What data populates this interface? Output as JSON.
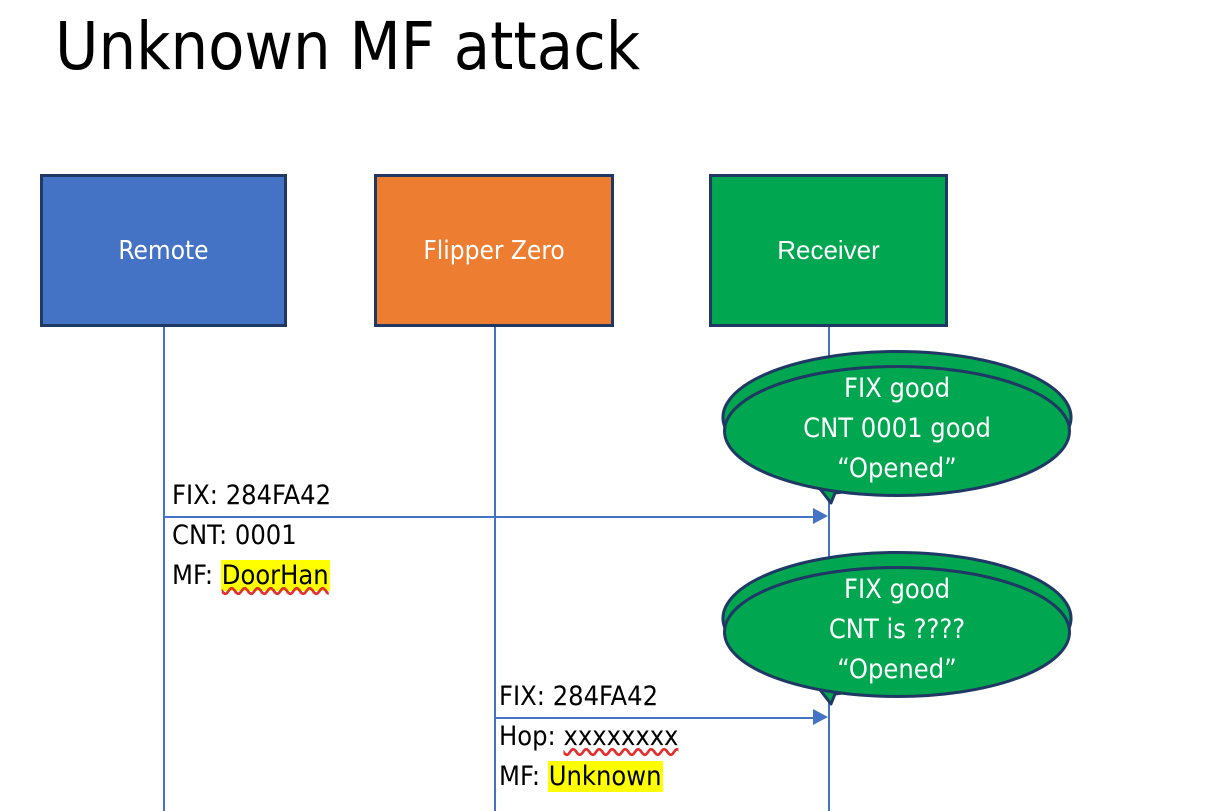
{
  "slide": {
    "title": "Unknown MF attack",
    "background": "#FFFFFF"
  },
  "colors": {
    "remote_fill": "#4472C4",
    "flipper_fill": "#ED7D31",
    "receiver_fill": "#00A650",
    "box_border": "#1F3864",
    "lifeline": "#4472C4",
    "arrow": "#4472C4",
    "bubble_fill": "#00A650",
    "bubble_border": "#1F3864",
    "highlight": "#FFFF00",
    "spellcheck_underline": "#E03030",
    "label_text": "#FFFFFF",
    "body_text": "#000000"
  },
  "actors": [
    {
      "id": "remote",
      "label": "Remote"
    },
    {
      "id": "flipper",
      "label": "Flipper Zero"
    },
    {
      "id": "receiver",
      "label": "Receiver"
    }
  ],
  "messages": [
    {
      "id": "msg-remote-to-receiver",
      "from": "remote",
      "to": "receiver",
      "lines": [
        {
          "label": "FIX:",
          "value": "284FA42",
          "highlight": false,
          "spellcheck": false
        },
        {
          "label": "CNT:",
          "value": "0001",
          "highlight": false,
          "spellcheck": false
        },
        {
          "label": "MF:",
          "value": "DoorHan",
          "highlight": true,
          "spellcheck": true
        }
      ]
    },
    {
      "id": "msg-flipper-to-receiver",
      "from": "flipper",
      "to": "receiver",
      "lines": [
        {
          "label": "FIX:",
          "value": "284FA42",
          "highlight": false,
          "spellcheck": false
        },
        {
          "label": "Hop:",
          "value": "xxxxxxxx",
          "highlight": false,
          "spellcheck": true
        },
        {
          "label": "MF:",
          "value": "Unknown",
          "highlight": true,
          "spellcheck": false
        }
      ]
    }
  ],
  "bubbles": [
    {
      "id": "bubble-first",
      "owner": "receiver",
      "lines": [
        "FIX good",
        "CNT 0001 good",
        "“Opened”"
      ]
    },
    {
      "id": "bubble-second",
      "owner": "receiver",
      "lines": [
        "FIX good",
        "CNT is ????",
        "“Opened”"
      ]
    }
  ]
}
